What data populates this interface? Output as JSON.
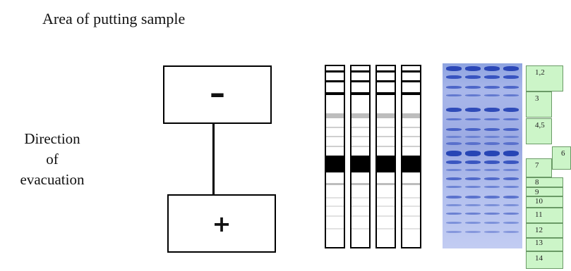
{
  "caption": "Area of putting sample",
  "direction": {
    "line1": "Direction",
    "line2": "of",
    "line3": "evacuation"
  },
  "electrodes": {
    "negative": "–",
    "positive": "+"
  },
  "band_labels": [
    "1,2",
    "3",
    "4,5",
    "6",
    "7",
    "8",
    "9",
    "10",
    "11",
    "12",
    "13",
    "14"
  ]
}
